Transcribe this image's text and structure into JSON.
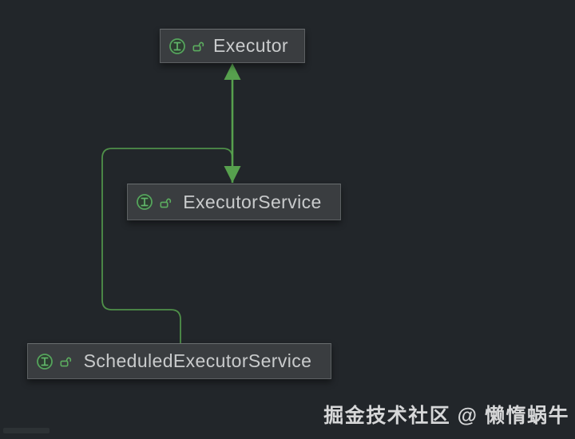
{
  "canvas": {
    "background_color": "#22262a",
    "theme": "dark"
  },
  "diagram": {
    "type": "uml-class-diagram",
    "nodes": [
      {
        "id": "executor",
        "label": "Executor",
        "stereotype": "interface",
        "visibility": "public"
      },
      {
        "id": "executor-service",
        "label": "ExecutorService",
        "stereotype": "interface",
        "visibility": "public"
      },
      {
        "id": "scheduled-executor-service",
        "label": "ScheduledExecutorService",
        "stereotype": "interface",
        "visibility": "public"
      }
    ],
    "edges": [
      {
        "from": "ExecutorService",
        "to": "Executor",
        "relation": "extends"
      },
      {
        "from": "ScheduledExecutorService",
        "to": "ExecutorService",
        "relation": "extends"
      }
    ],
    "colors": {
      "edge_green": "#57a04e",
      "edge_green_dim": "#4f9049",
      "icon_green": "#55a45c",
      "icon_fill": "#2d3d31",
      "node_background": "#3a3d40",
      "node_border": "#5c6062",
      "node_text": "#c9cbcc"
    },
    "icons": {
      "interface_icon": "circle-with-I",
      "interface_icon_glyph": "I",
      "visibility_icon": "unlocked-padlock"
    }
  },
  "watermark": {
    "text": "掘金技术社区 @ 懒惰蜗牛",
    "color": "#d6d7d8"
  }
}
